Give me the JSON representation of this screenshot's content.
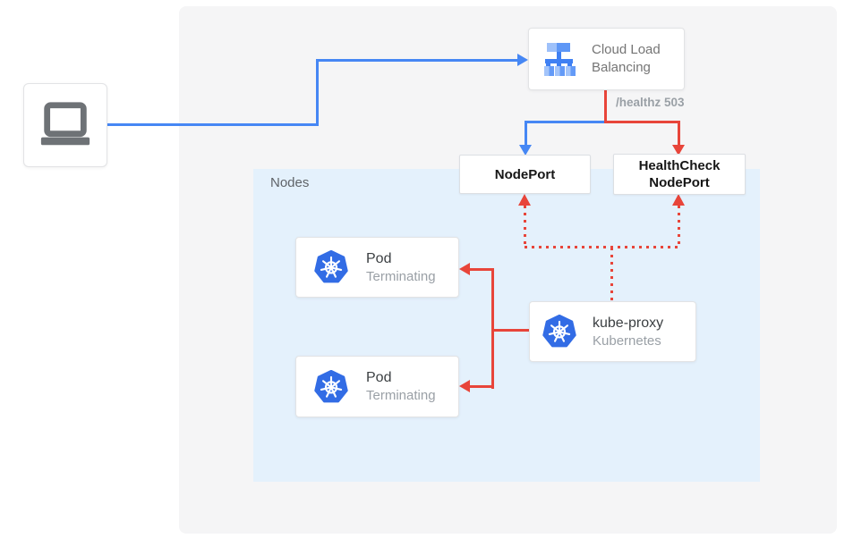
{
  "nodes_panel": {
    "label": "Nodes"
  },
  "cards": {
    "client": {
      "icon": "laptop-icon"
    },
    "cloud_lb": {
      "label_line1": "Cloud Load",
      "label_line2": "Balancing",
      "icon": "cloud-load-balancing-icon"
    },
    "nodeport": {
      "label": "NodePort"
    },
    "healthcheck_nodeport": {
      "label_line1": "HealthCheck",
      "label_line2": "NodePort"
    },
    "pod1": {
      "title": "Pod",
      "status": "Terminating",
      "icon": "kubernetes-icon"
    },
    "pod2": {
      "title": "Pod",
      "status": "Terminating",
      "icon": "kubernetes-icon"
    },
    "kube_proxy": {
      "title": "kube-proxy",
      "subtitle": "Kubernetes",
      "icon": "kubernetes-icon"
    }
  },
  "edge_labels": {
    "healthz": "/healthz 503"
  },
  "colors": {
    "traffic_blue": "#4687f4",
    "error_red": "#e8453a",
    "kubernetes_blue": "#326ce5",
    "nodes_panel_bg": "#e4f1fc",
    "outer_panel_bg": "#f5f5f6"
  }
}
